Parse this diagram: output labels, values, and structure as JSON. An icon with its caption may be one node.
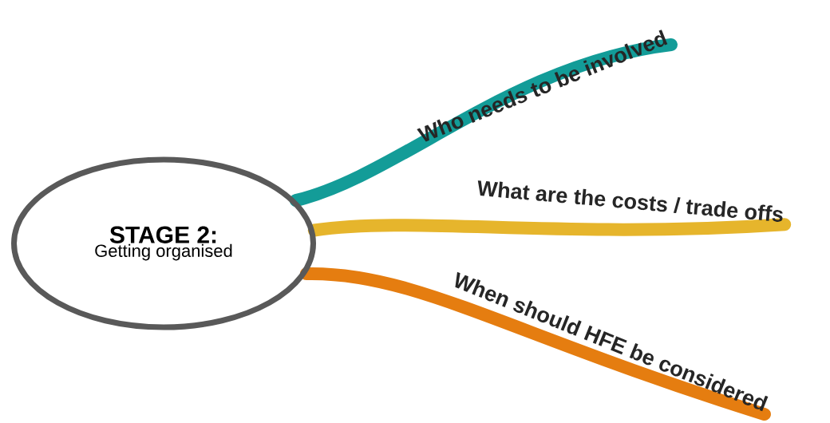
{
  "diagram": {
    "nodes": [
      {
        "text": [
          "STAGE 2:",
          "Getting organised"
        ]
      },
      {
        "text": [
          "Who needs to be involved"
        ]
      },
      {
        "text": [
          "What are the costs / trade offs"
        ]
      },
      {
        "text": [
          "When should HFE be considered"
        ]
      }
    ],
    "edges": [
      {
        "from": 0,
        "to": 1,
        "arrow": "none",
        "color": "#139c98"
      },
      {
        "from": 0,
        "to": 2,
        "arrow": "none",
        "color": "#e6b52c"
      },
      {
        "from": 0,
        "to": 3,
        "arrow": "none",
        "color": "#e57d10"
      }
    ]
  }
}
